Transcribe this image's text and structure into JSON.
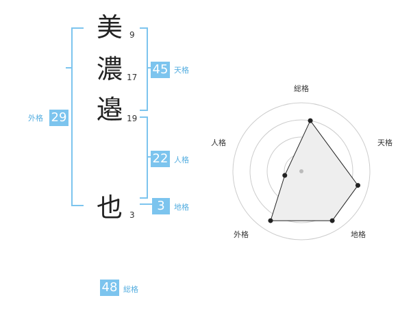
{
  "name_chars": [
    {
      "char": "美",
      "strokes": "9"
    },
    {
      "char": "濃",
      "strokes": "17"
    },
    {
      "char": "邉",
      "strokes": "19"
    },
    {
      "char": "也",
      "strokes": "3"
    }
  ],
  "grades": {
    "tenkaku": {
      "label": "天格",
      "value": "45"
    },
    "jinkaku": {
      "label": "人格",
      "value": "22"
    },
    "chikaku": {
      "label": "地格",
      "value": "3"
    },
    "gaikaku": {
      "label": "外格",
      "value": "29"
    },
    "soukaku": {
      "label": "総格",
      "value": "48"
    }
  },
  "colors": {
    "accent": "#7cc4ee",
    "accent_text": "#55aee0",
    "radar_fill": "#eeeeee"
  },
  "chart_data": {
    "type": "radar",
    "axes": [
      "総格",
      "天格",
      "地格",
      "外格",
      "人格"
    ],
    "levels": 4,
    "max": 4,
    "values": [
      3,
      3.4,
      3.4,
      3.4,
      1
    ]
  }
}
